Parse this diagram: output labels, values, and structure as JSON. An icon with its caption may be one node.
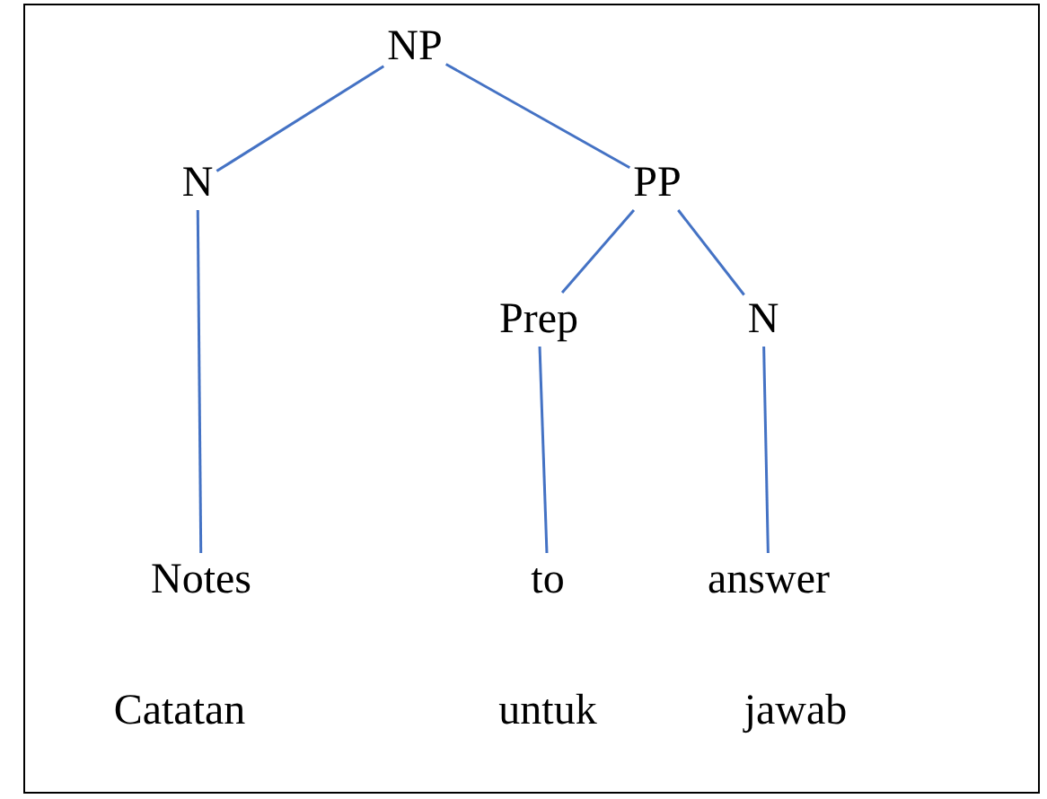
{
  "diagram": {
    "nodes": [
      {
        "text": [
          "NP"
        ]
      },
      {
        "text": [
          "N"
        ]
      },
      {
        "text": [
          "PP"
        ]
      },
      {
        "text": [
          "Prep"
        ]
      },
      {
        "text": [
          "N"
        ]
      },
      {
        "text": [
          "Notes"
        ]
      },
      {
        "text": [
          "to"
        ]
      },
      {
        "text": [
          "answer"
        ]
      }
    ],
    "edges": [
      {
        "from": 0,
        "to": 1,
        "arrow": "none"
      },
      {
        "from": 0,
        "to": 2,
        "arrow": "none"
      },
      {
        "from": 1,
        "to": 5,
        "arrow": "none"
      },
      {
        "from": 2,
        "to": 3,
        "arrow": "none"
      },
      {
        "from": 2,
        "to": 4,
        "arrow": "none"
      },
      {
        "from": 3,
        "to": 6,
        "arrow": "none"
      },
      {
        "from": 4,
        "to": 7,
        "arrow": "none"
      }
    ],
    "labels": [
      "Catatan",
      "untuk",
      "jawab"
    ]
  }
}
